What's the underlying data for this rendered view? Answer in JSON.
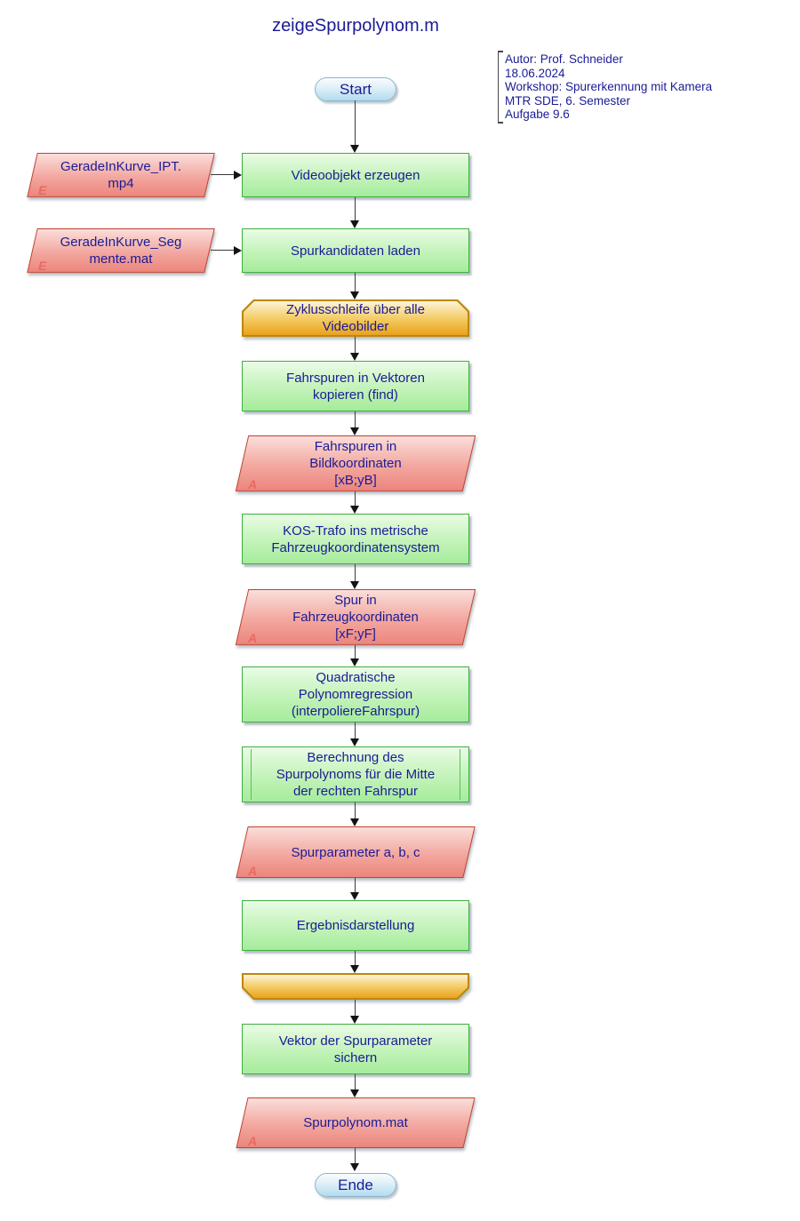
{
  "title": "zeigeSpurpolynom.m",
  "annotation": {
    "lines": [
      "Autor: Prof. Schneider",
      "18.06.2024",
      "Workshop: Spurerkennung mit Kamera",
      "MTR SDE, 6. Semester",
      "Aufgabe 9.6"
    ]
  },
  "terminals": {
    "start": "Start",
    "end": "Ende"
  },
  "nodes": {
    "input_video": {
      "label": "GeradeInKurve_IPT.\nmp4",
      "mark": "E"
    },
    "input_segments": {
      "label": "GeradeInKurve_Seg\nmente.mat",
      "mark": "E"
    },
    "proc_video": {
      "label": "Videoobjekt erzeugen"
    },
    "proc_load": {
      "label": "Spurkandidaten laden"
    },
    "loop_start": {
      "label": "Zyklusschleife über alle\nVideobilder"
    },
    "proc_copy": {
      "label": "Fahrspuren in Vektoren\nkopieren (find)"
    },
    "data_image_coords": {
      "label": "Fahrspuren in\nBildkoordinaten\n[xB;yB]",
      "mark": "A"
    },
    "proc_kos": {
      "label": "KOS-Trafo ins metrische\nFahrzeugkoordinatensystem"
    },
    "data_vehicle_coords": {
      "label": "Spur in\nFahrzeugkoordinaten\n[xF;yF]",
      "mark": "A"
    },
    "proc_regression": {
      "label": "Quadratische\nPolynomregression\n(interpoliereFahrspur)"
    },
    "sub_polynom": {
      "label": "Berechnung des\nSpurpolynoms für die Mitte\nder rechten Fahrspur"
    },
    "data_params": {
      "label": "Spurparameter a, b, c",
      "mark": "A"
    },
    "proc_results": {
      "label": "Ergebnisdarstellung"
    },
    "proc_save": {
      "label": "Vektor der Spurparameter\nsichern"
    },
    "data_matfile": {
      "label": "Spurpolynom.mat",
      "mark": "A"
    }
  },
  "colors": {
    "text": "#1b1b96",
    "process_fill_top": "#eafce6",
    "process_fill_bottom": "#a5ec9b",
    "process_border": "#3fae3f",
    "data_fill_top": "#fbdedb",
    "data_fill_bottom": "#ec857c",
    "data_border": "#c2402f",
    "data_mark": "#e96a60",
    "loop_fill_top": "#fdf4d8",
    "loop_fill_bottom": "#e9a21d",
    "loop_border": "#bd8709",
    "terminal_fill_top": "#fafdfe",
    "terminal_fill_bottom": "#b2dbee",
    "terminal_border": "#8ab5cb",
    "arrow": "#141414"
  }
}
